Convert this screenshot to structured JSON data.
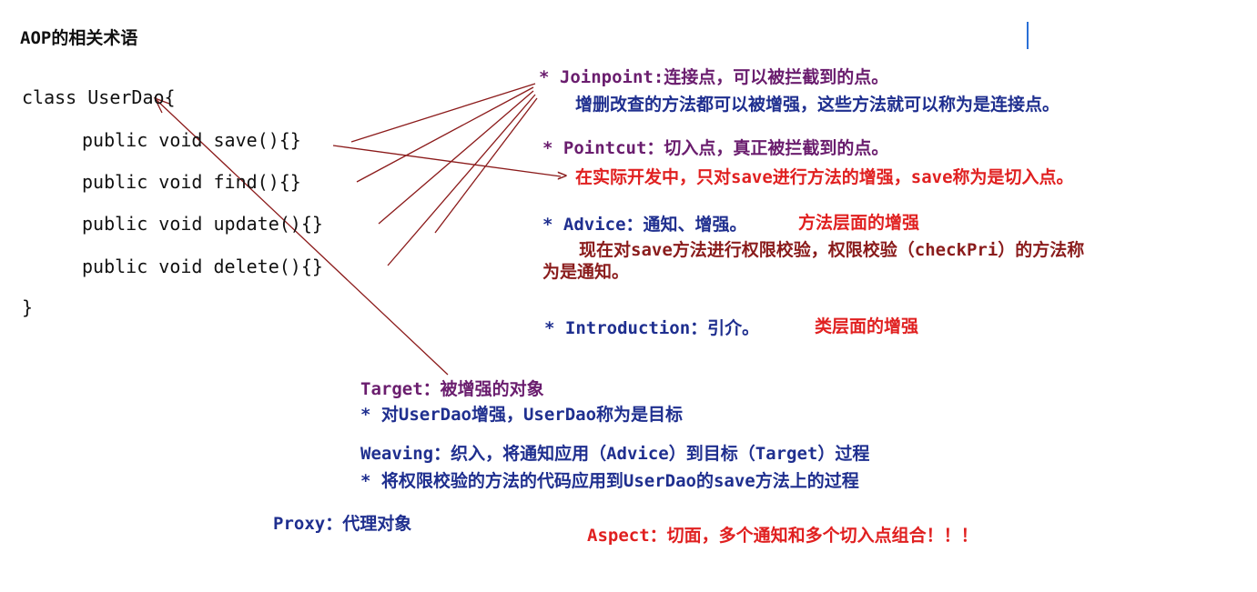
{
  "title": "AOP的相关术语",
  "code": {
    "class_open": "class UserDao{",
    "methods": [
      "public void save(){}",
      "public void find(){}",
      "public void update(){}",
      "public void delete(){}"
    ],
    "class_close": "}"
  },
  "joinpoint": {
    "term": "* Joinpoint:连接点，可以被拦截到的点。",
    "note": "增删改查的方法都可以被增强，这些方法就可以称为是连接点。"
  },
  "pointcut": {
    "term": "* Pointcut：切入点，真正被拦截到的点。",
    "arrow": ">",
    "note": "在实际开发中，只对save进行方法的增强，save称为是切入点。"
  },
  "advice": {
    "term": "* Advice：通知、增强。",
    "label": "方法层面的增强",
    "note_line1": "现在对save方法进行权限校验，权限校验（checkPri）的方法称",
    "note_line2": "为是通知。"
  },
  "introduction": {
    "term": "* Introduction：引介。",
    "label": "类层面的增强"
  },
  "target": {
    "term": "Target：被增强的对象",
    "note": "* 对UserDao增强，UserDao称为是目标"
  },
  "weaving": {
    "term": "Weaving：织入，将通知应用（Advice）到目标（Target）过程",
    "note": "* 将权限校验的方法的代码应用到UserDao的save方法上的过程"
  },
  "proxy": {
    "term": "Proxy：代理对象"
  },
  "aspect": {
    "term": "Aspect：切面，多个通知和多个切入点组合！！！"
  },
  "colors": {
    "purple": "#6a1d6e",
    "navy": "#1f2f8f",
    "red": "#e02020",
    "maroon": "#8a1c1c",
    "connector": "#8b1a1a"
  }
}
